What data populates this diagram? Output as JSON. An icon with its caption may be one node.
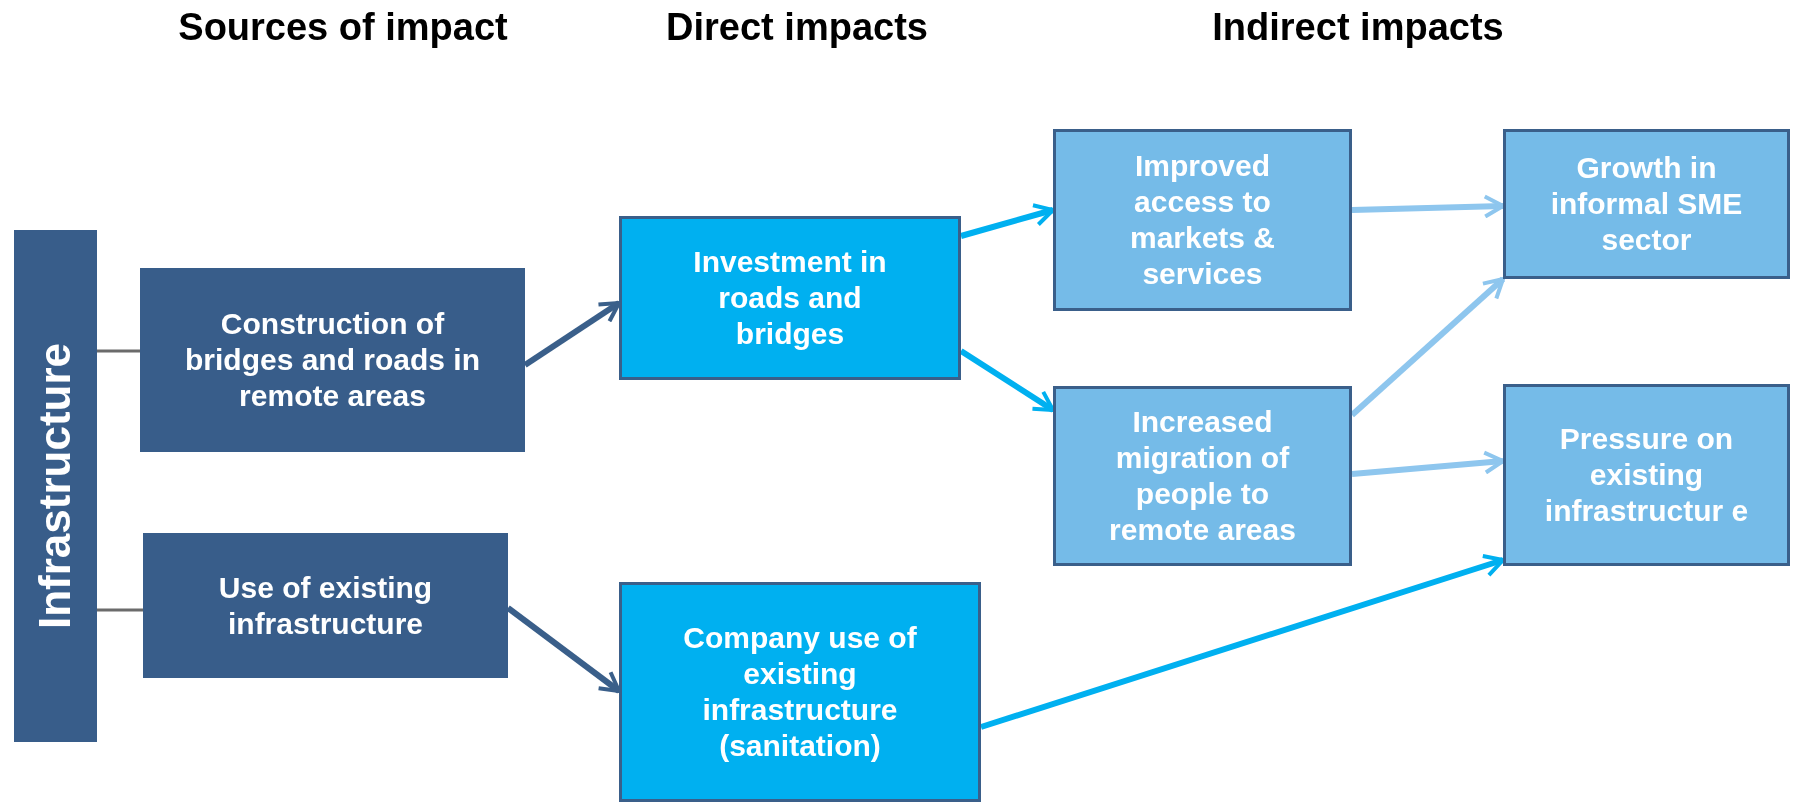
{
  "diagram": {
    "nodes": [
      {
        "text": [
          "Infrastructure"
        ]
      },
      {
        "text": [
          "Construction of bridges and roads in remote areas"
        ]
      },
      {
        "text": [
          "Use of existing infrastructure"
        ]
      },
      {
        "text": [
          "Investment in roads and bridges"
        ]
      },
      {
        "text": [
          "Company use of existing infrastructure (sanitation)"
        ]
      },
      {
        "text": [
          "Improved access to markets & services"
        ]
      },
      {
        "text": [
          "Increased migration of people to remote areas"
        ]
      },
      {
        "text": [
          "Growth in informal SME sector"
        ]
      },
      {
        "text": [
          "Pressure on existing infrastructur e"
        ]
      }
    ],
    "edges": [
      {
        "from": 0,
        "to": 1,
        "arrow": "none",
        "color": "#6b6b6b"
      },
      {
        "from": 0,
        "to": 2,
        "arrow": "none",
        "color": "#6b6b6b"
      },
      {
        "from": 1,
        "to": 3,
        "arrow": "to",
        "color": "#3a5f8a"
      },
      {
        "from": 2,
        "to": 4,
        "arrow": "to",
        "color": "#3a5f8a"
      },
      {
        "from": 3,
        "to": 5,
        "arrow": "to",
        "color": "#00b0f0"
      },
      {
        "from": 3,
        "to": 6,
        "arrow": "to",
        "color": "#00b0f0"
      },
      {
        "from": 5,
        "to": 7,
        "arrow": "to",
        "color": "#8ec6ee"
      },
      {
        "from": 6,
        "to": 7,
        "arrow": "to",
        "color": "#8ec6ee"
      },
      {
        "from": 6,
        "to": 8,
        "arrow": "to",
        "color": "#8ec6ee"
      },
      {
        "from": 4,
        "to": 8,
        "arrow": "to",
        "color": "#00b0f0"
      }
    ],
    "labels": [
      "Sources of impact",
      "Direct impacts",
      "Indirect impacts"
    ]
  }
}
